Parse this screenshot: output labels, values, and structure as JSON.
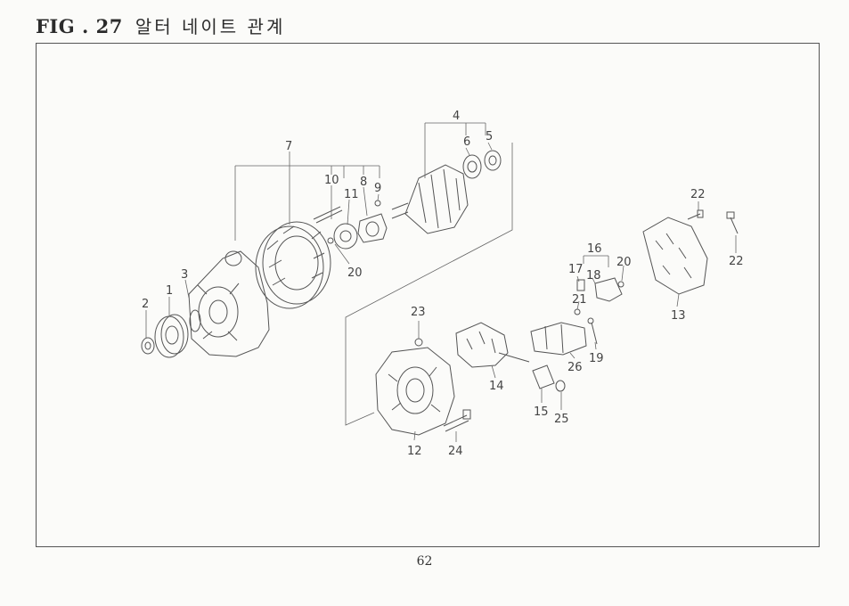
{
  "figure": {
    "label": "FIG . 27",
    "title": "알터 네이트 관계"
  },
  "page_number": "62",
  "callouts": [
    {
      "id": "1",
      "text": "1"
    },
    {
      "id": "2",
      "text": "2"
    },
    {
      "id": "3",
      "text": "3"
    },
    {
      "id": "4",
      "text": "4"
    },
    {
      "id": "5",
      "text": "5"
    },
    {
      "id": "6",
      "text": "6"
    },
    {
      "id": "7",
      "text": "7"
    },
    {
      "id": "8",
      "text": "8"
    },
    {
      "id": "9",
      "text": "9"
    },
    {
      "id": "10",
      "text": "10"
    },
    {
      "id": "11",
      "text": "11"
    },
    {
      "id": "12",
      "text": "12"
    },
    {
      "id": "13",
      "text": "13"
    },
    {
      "id": "14",
      "text": "14"
    },
    {
      "id": "15",
      "text": "15"
    },
    {
      "id": "16",
      "text": "16"
    },
    {
      "id": "17",
      "text": "17"
    },
    {
      "id": "18",
      "text": "18"
    },
    {
      "id": "19",
      "text": "19"
    },
    {
      "id": "20a",
      "text": "20"
    },
    {
      "id": "20b",
      "text": "20"
    },
    {
      "id": "21",
      "text": "21"
    },
    {
      "id": "22a",
      "text": "22"
    },
    {
      "id": "22b",
      "text": "22"
    },
    {
      "id": "23",
      "text": "23"
    },
    {
      "id": "24",
      "text": "24"
    },
    {
      "id": "25",
      "text": "25"
    },
    {
      "id": "26",
      "text": "26"
    }
  ]
}
